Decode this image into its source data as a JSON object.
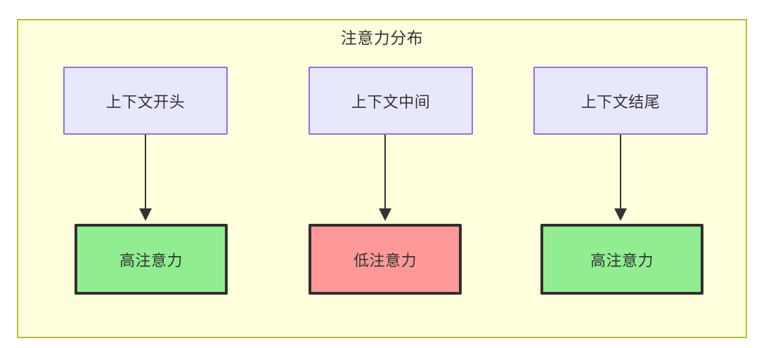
{
  "diagram": {
    "title": "注意力分布",
    "type": "flowchart",
    "container": {
      "border_color": "#bbbb2a",
      "fill_color": "#ffffde"
    },
    "columns": [
      {
        "id": "col1",
        "context_label": "上下文开头",
        "attention_label": "高注意力",
        "attention_level": "high",
        "fill_color": "#90ee90"
      },
      {
        "id": "col2",
        "context_label": "上下文中间",
        "attention_label": "低注意力",
        "attention_level": "low",
        "fill_color": "#ff9999"
      },
      {
        "id": "col3",
        "context_label": "上下文结尾",
        "attention_label": "高注意力",
        "attention_level": "high",
        "fill_color": "#90ee90"
      }
    ],
    "node_styles": {
      "context_fill": "#e8e8fd",
      "context_border": "#9370db",
      "attention_border": "#332e2e",
      "text_color": "#333333",
      "edge_color": "#333333"
    }
  }
}
